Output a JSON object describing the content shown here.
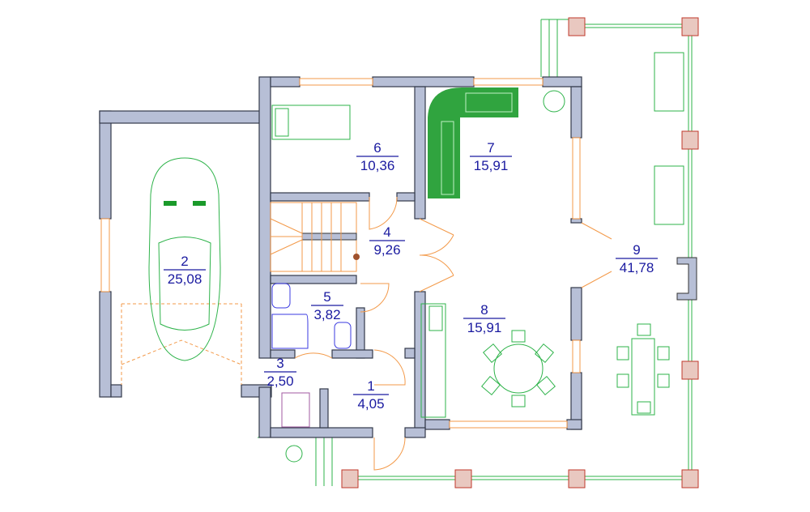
{
  "rooms": [
    {
      "id": "1",
      "area": "4,05"
    },
    {
      "id": "2",
      "area": "25,08"
    },
    {
      "id": "3",
      "area": "2,50"
    },
    {
      "id": "4",
      "area": "9,26"
    },
    {
      "id": "5",
      "area": "3,82"
    },
    {
      "id": "6",
      "area": "10,36"
    },
    {
      "id": "7",
      "area": "15,91"
    },
    {
      "id": "8",
      "area": "15,91"
    },
    {
      "id": "9",
      "area": "41,78"
    }
  ],
  "colors": {
    "wall": "#b7bfd6",
    "label": "#1a1aa0",
    "furniture": "#2eb34a",
    "sofa": "#1a9a2a",
    "stairs": "#f39a4a"
  }
}
